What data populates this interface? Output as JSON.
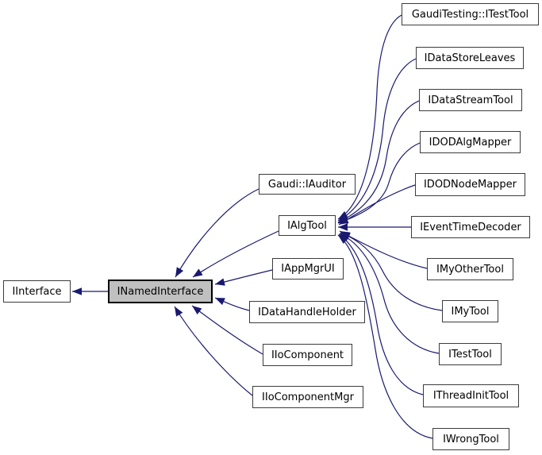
{
  "diagram": {
    "kind": "class-inheritance-graph",
    "edge_color": "#191970",
    "node_fill": "#ffffff",
    "node_border_color": "#3c3c3c",
    "highlight_node_fill": "#c0c0c0",
    "highlight_node_border_color": "#000000",
    "nodes": {
      "iinterface": {
        "label": "IInterface"
      },
      "inamedinterface": {
        "label": "INamedInterface",
        "highlighted": true
      },
      "gaudi_iauditor": {
        "label": "Gaudi::IAuditor"
      },
      "ialgtool": {
        "label": "IAlgTool"
      },
      "iappmgrui": {
        "label": "IAppMgrUI"
      },
      "idatahandleholder": {
        "label": "IDataHandleHolder"
      },
      "iiocomponent": {
        "label": "IIoComponent"
      },
      "iiocomponentmgr": {
        "label": "IIoComponentMgr"
      },
      "gauditesting_itesttool": {
        "label": "GaudiTesting::ITestTool"
      },
      "idatastoreleaves": {
        "label": "IDataStoreLeaves"
      },
      "idatastreamtool": {
        "label": "IDataStreamTool"
      },
      "idodalgmapper": {
        "label": "IDODAlgMapper"
      },
      "idodnodemapper": {
        "label": "IDODNodeMapper"
      },
      "ieventtimedecoder": {
        "label": "IEventTimeDecoder"
      },
      "imyothertool": {
        "label": "IMyOtherTool"
      },
      "imytool": {
        "label": "IMyTool"
      },
      "itesttool": {
        "label": "ITestTool"
      },
      "ithreadinittool": {
        "label": "IThreadInitTool"
      },
      "iwrongtool": {
        "label": "IWrongTool"
      }
    },
    "edges": [
      {
        "from": "INamedInterface",
        "to": "IInterface"
      },
      {
        "from": "Gaudi::IAuditor",
        "to": "INamedInterface"
      },
      {
        "from": "IAlgTool",
        "to": "INamedInterface"
      },
      {
        "from": "IAppMgrUI",
        "to": "INamedInterface"
      },
      {
        "from": "IDataHandleHolder",
        "to": "INamedInterface"
      },
      {
        "from": "IIoComponent",
        "to": "INamedInterface"
      },
      {
        "from": "IIoComponentMgr",
        "to": "INamedInterface"
      },
      {
        "from": "GaudiTesting::ITestTool",
        "to": "IAlgTool"
      },
      {
        "from": "IDataStoreLeaves",
        "to": "IAlgTool"
      },
      {
        "from": "IDataStreamTool",
        "to": "IAlgTool"
      },
      {
        "from": "IDODAlgMapper",
        "to": "IAlgTool"
      },
      {
        "from": "IDODNodeMapper",
        "to": "IAlgTool"
      },
      {
        "from": "IEventTimeDecoder",
        "to": "IAlgTool"
      },
      {
        "from": "IMyOtherTool",
        "to": "IAlgTool"
      },
      {
        "from": "IMyTool",
        "to": "IAlgTool"
      },
      {
        "from": "ITestTool",
        "to": "IAlgTool"
      },
      {
        "from": "IThreadInitTool",
        "to": "IAlgTool"
      },
      {
        "from": "IWrongTool",
        "to": "IAlgTool"
      }
    ]
  }
}
